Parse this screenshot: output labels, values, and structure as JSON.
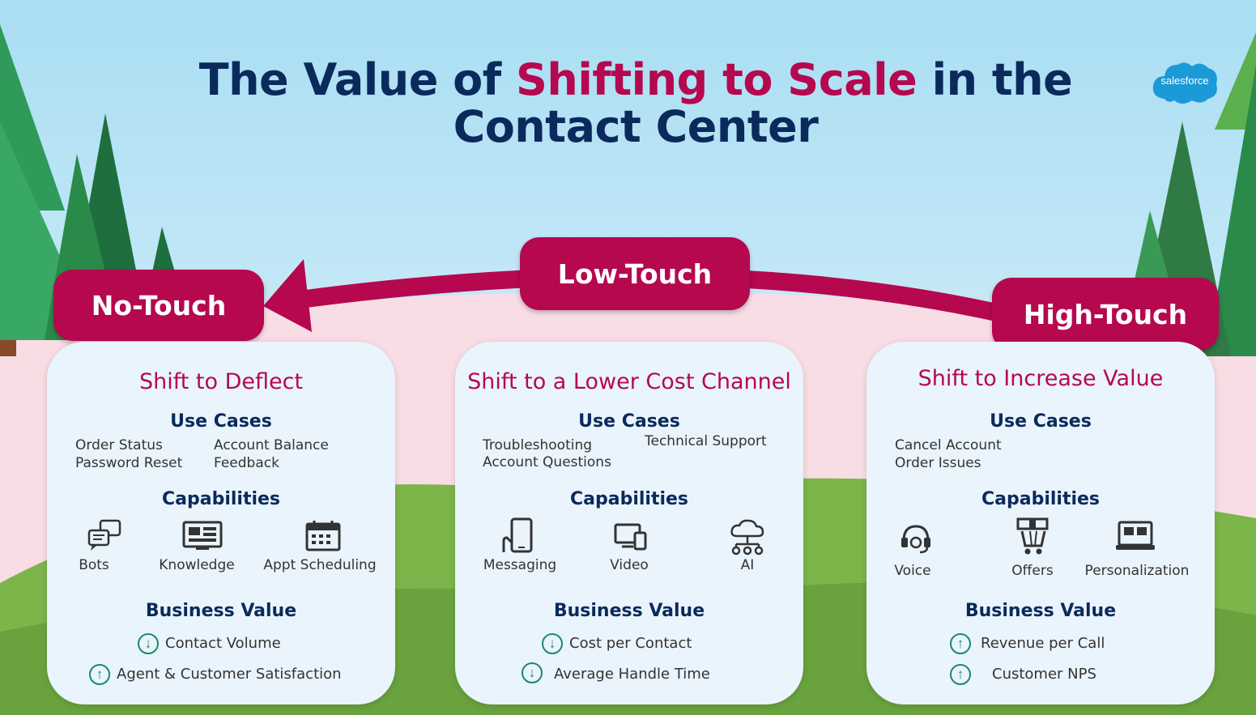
{
  "title": {
    "part1": "The Value of ",
    "highlight": "Shifting to Scale",
    "part2": " in the",
    "line2": "Contact Center"
  },
  "logo": {
    "text": "salesforce"
  },
  "arc": {
    "left": "No-Touch",
    "center": "Low-Touch",
    "right": "High-Touch"
  },
  "cards": [
    {
      "title": "Shift to Deflect",
      "use_cases_heading": "Use Cases",
      "use_cases": [
        "Order Status",
        "Password Reset",
        "Account Balance",
        "Feedback"
      ],
      "capabilities_heading": "Capabilities",
      "capabilities": [
        {
          "label": "Bots",
          "icon": "chat-bubbles-icon"
        },
        {
          "label": "Knowledge",
          "icon": "knowledge-screen-icon"
        },
        {
          "label": "Appt Scheduling",
          "icon": "calendar-icon"
        }
      ],
      "business_value_heading": "Business Value",
      "business_value": [
        {
          "label": "Contact Volume",
          "direction": "down"
        },
        {
          "label": "Agent & Customer Satisfaction",
          "direction": "up"
        }
      ]
    },
    {
      "title": "Shift to a Lower Cost Channel",
      "use_cases_heading": "Use Cases",
      "use_cases": [
        "Troubleshooting",
        "Account Questions",
        "Technical Support"
      ],
      "capabilities_heading": "Capabilities",
      "capabilities": [
        {
          "label": "Messaging",
          "icon": "mobile-phone-icon"
        },
        {
          "label": "Video",
          "icon": "video-devices-icon"
        },
        {
          "label": "AI",
          "icon": "cloud-network-icon"
        }
      ],
      "business_value_heading": "Business Value",
      "business_value": [
        {
          "label": "Cost per Contact",
          "direction": "down"
        },
        {
          "label": "Average Handle Time",
          "direction": "down"
        }
      ]
    },
    {
      "title": "Shift to Increase Value",
      "use_cases_heading": "Use Cases",
      "use_cases": [
        "Cancel Account",
        "Order Issues"
      ],
      "capabilities_heading": "Capabilities",
      "capabilities": [
        {
          "label": "Voice",
          "icon": "headset-icon"
        },
        {
          "label": "Offers",
          "icon": "gift-cart-icon"
        },
        {
          "label": "Personalization",
          "icon": "laptop-icon"
        }
      ],
      "business_value_heading": "Business Value",
      "business_value": [
        {
          "label": "Revenue per Call",
          "direction": "up"
        },
        {
          "label": "Customer NPS",
          "direction": "up"
        }
      ]
    }
  ],
  "colors": {
    "accent": "#b5084f",
    "navy": "#0b2a5c",
    "arrow": "#1a8a6a",
    "card": "#eaf4fc"
  }
}
